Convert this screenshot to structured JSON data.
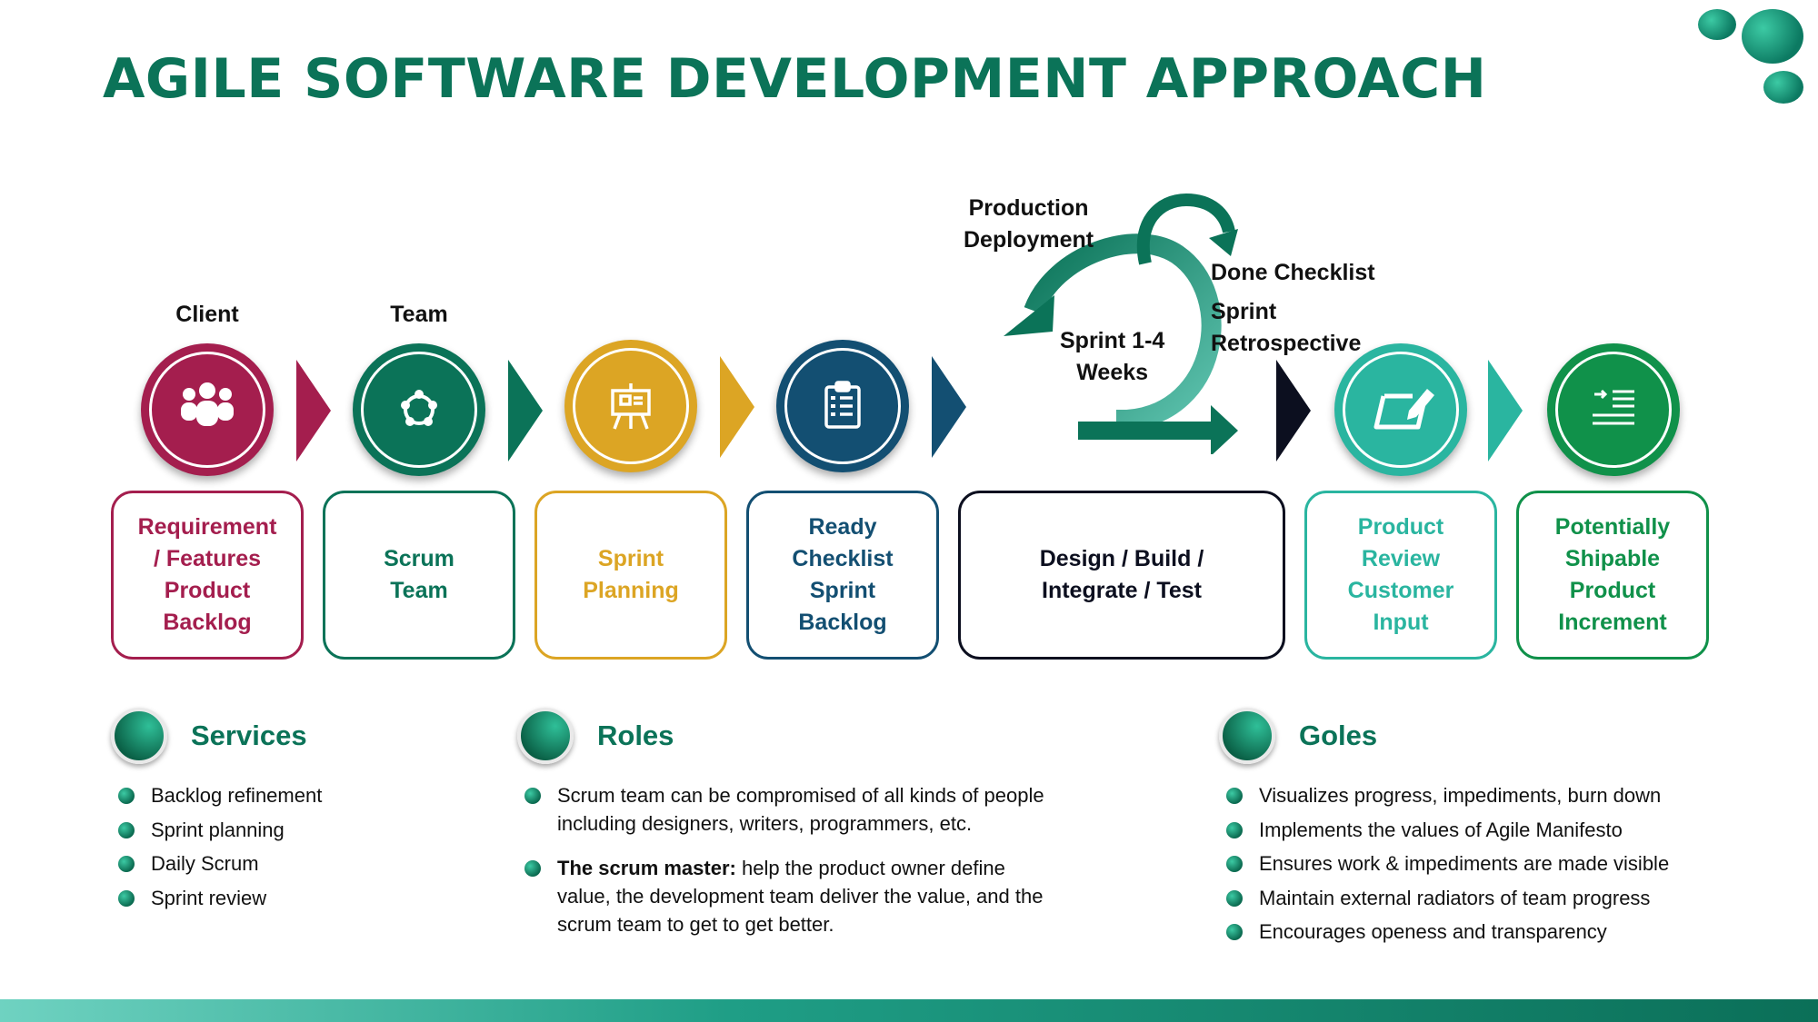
{
  "title": "AGILE SOFTWARE DEVELOPMENT APPROACH",
  "colors": {
    "crimson": "#a41e4e",
    "green": "#0b7358",
    "gold": "#dca524",
    "navy": "#134f72",
    "black": "#0c0f1f",
    "teal": "#2ab5a0",
    "bright_green": "#10914a"
  },
  "above_labels": {
    "client": "Client",
    "team": "Team"
  },
  "steps": [
    {
      "icon": "people-group-icon",
      "text": "Requirement\n/ Features\nProduct\nBacklog"
    },
    {
      "icon": "team-network-icon",
      "text": "Scrum\nTeam"
    },
    {
      "icon": "presentation-board-icon",
      "text": "Sprint\nPlanning"
    },
    {
      "icon": "clipboard-checklist-icon",
      "text": "Ready\nChecklist\nSprint\nBacklog"
    },
    {
      "icon": "sprint-cycle-icon",
      "text": "Design / Build /\nIntegrate / Test"
    },
    {
      "icon": "tablet-pen-icon",
      "text": "Product\nReview\nCustomer\nInput"
    },
    {
      "icon": "indent-list-icon",
      "text": "Potentially\nShipable\nProduct\nIncrement"
    }
  ],
  "cycle": {
    "production": "Production\nDeployment",
    "sprint": "Sprint 1-4\nWeeks",
    "done": "Done Checklist",
    "retro": "Sprint\nRetrospective"
  },
  "services": {
    "title": "Services",
    "items": [
      "Backlog refinement",
      "Sprint planning",
      "Daily Scrum",
      "Sprint review"
    ]
  },
  "roles": {
    "title": "Roles",
    "item1": "Scrum team can be compromised of all kinds of people including designers, writers, programmers, etc.",
    "item2_bold": "The scrum master:",
    "item2_rest": " help the product owner define value, the development team deliver the value, and the scrum team to get to get better."
  },
  "goles": {
    "title": "Goles",
    "items": [
      "Visualizes progress, impediments, burn down",
      "Implements the values of Agile Manifesto",
      "Ensures work & impediments are made visible",
      "Maintain external radiators of team progress",
      "Encourages openess and transparency"
    ]
  }
}
